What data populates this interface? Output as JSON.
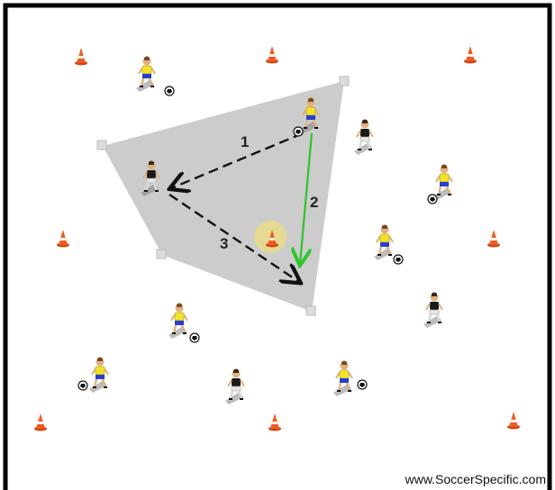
{
  "diagram": {
    "labels": {
      "pass_1": "1",
      "pass_2": "2",
      "pass_3": "3"
    },
    "credit": "www.SoccerSpecific.com",
    "colors": {
      "field_border": "#000000",
      "zone_fill": "#c8c8c8",
      "cone": "#f05a1e",
      "yellow_shirt": "#f2e22a",
      "blue_shorts": "#2a3fd0",
      "black_shirt": "#1a1a1a",
      "highlight": "#e8dc8c",
      "pass_line": "#111111",
      "run_line": "#2ec42e"
    },
    "icons": [
      "cone-icon",
      "player-icon",
      "ball-icon"
    ]
  }
}
